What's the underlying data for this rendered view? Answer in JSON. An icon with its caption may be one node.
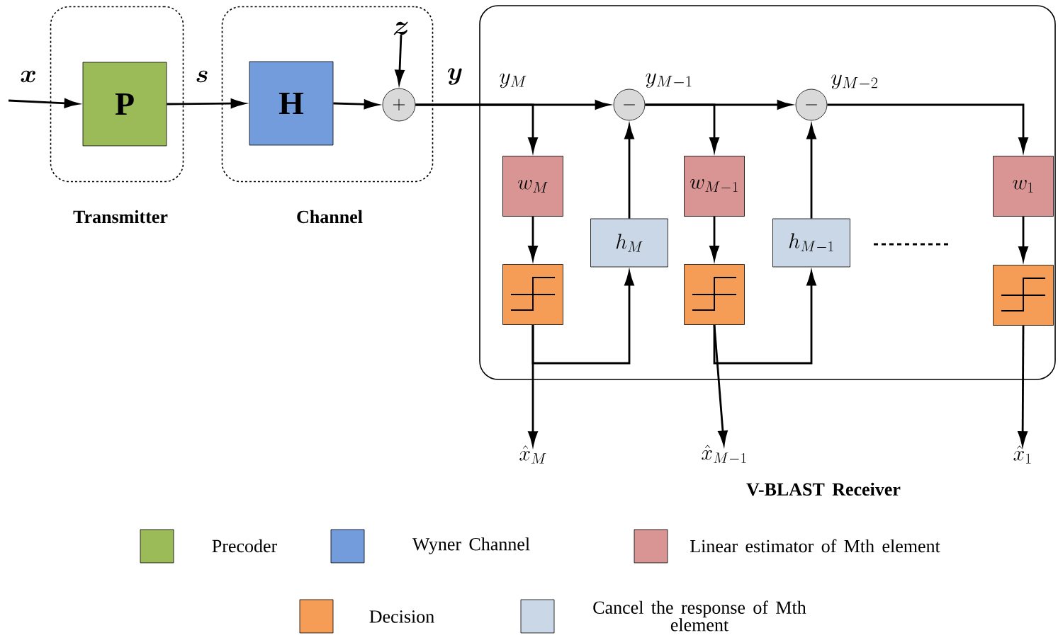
{
  "diagram": {
    "nodes": [
      {
        "text": [
          "Transmitter"
        ]
      },
      {
        "text": [
          "\\mathbf{P}"
        ],
        "in": 0
      },
      {
        "text": [
          "Channel"
        ]
      },
      {
        "text": [
          "\\mathbf{H}"
        ],
        "in": 2
      },
      {
        "text": [
          "+"
        ],
        "in": 2
      },
      {
        "text": [],
        "shape": "box"
      },
      {
        "text": [
          "w_{M}"
        ],
        "in": 5
      },
      {
        "text": [],
        "shape": "box",
        "in": 5
      },
      {
        "text": [
          "-"
        ],
        "in": 5
      },
      {
        "text": [
          "h_{M}"
        ],
        "in": 5
      },
      {
        "text": [
          "w_{M-1}"
        ],
        "in": 5
      },
      {
        "text": [],
        "shape": "box",
        "in": 5
      },
      {
        "text": [
          "-"
        ],
        "in": 5
      },
      {
        "text": [
          "h_{M-1}"
        ],
        "in": 5
      },
      {
        "text": [
          "w_{1}"
        ],
        "in": 5
      },
      {
        "text": [],
        "shape": "box",
        "in": 5
      },
      {
        "text": [
          "\\boldsymbol{z}"
        ],
        "in": 2
      },
      {
        "text": [
          "\\hat{x}_{M}"
        ]
      },
      {
        "text": [
          "\\hat{x}_{M-1}"
        ]
      },
      {
        "text": [
          "\\hat{x}_{1}"
        ]
      }
    ],
    "edges": [
      {
        "from": null,
        "to": 1,
        "arrow": "to"
      },
      {
        "from": 1,
        "to": 3,
        "arrow": "to"
      },
      {
        "from": 3,
        "to": 4,
        "arrow": "to"
      },
      {
        "from": 16,
        "to": 4,
        "arrow": "to"
      },
      {
        "from": 4,
        "to": 8,
        "arrow": "to"
      },
      {
        "from": 4,
        "to": 6,
        "arrow": "to"
      },
      {
        "from": 6,
        "to": 7,
        "arrow": "to"
      },
      {
        "from": 7,
        "to": 9,
        "arrow": "to"
      },
      {
        "from": 7,
        "to": 17,
        "arrow": "to"
      },
      {
        "from": 9,
        "to": 8,
        "arrow": "to"
      },
      {
        "from": 8,
        "to": 12,
        "arrow": "to"
      },
      {
        "from": 8,
        "to": 10,
        "arrow": "to"
      },
      {
        "from": 10,
        "to": 11,
        "arrow": "to"
      },
      {
        "from": 11,
        "to": 13,
        "arrow": "to"
      },
      {
        "from": 11,
        "to": 18,
        "arrow": "to"
      },
      {
        "from": 13,
        "to": 12,
        "arrow": "to"
      },
      {
        "from": 12,
        "to": 14,
        "arrow": "to"
      },
      {
        "from": 14,
        "to": 15,
        "arrow": "to"
      },
      {
        "from": 15,
        "to": 19,
        "arrow": "to"
      }
    ],
    "labels": [
      "\\boldsymbol{x}",
      "\\boldsymbol{s}",
      "\\boldsymbol{y}",
      "y_{M}",
      "y_{M-1}",
      "y_{M-2}",
      "V-BLAST Receiver"
    ],
    "legend": [
      {
        "text": "Precoder",
        "color": "#9bbb59"
      },
      {
        "text": "Wyner Channel",
        "color": "#729cdb"
      },
      {
        "text": "Linear estimator of Mth element",
        "color": "#d99594"
      },
      {
        "text": "Decision",
        "color": "#f59d56"
      },
      {
        "text": "Cancel the response of Mth element",
        "color": "#c9d7e7"
      }
    ]
  }
}
